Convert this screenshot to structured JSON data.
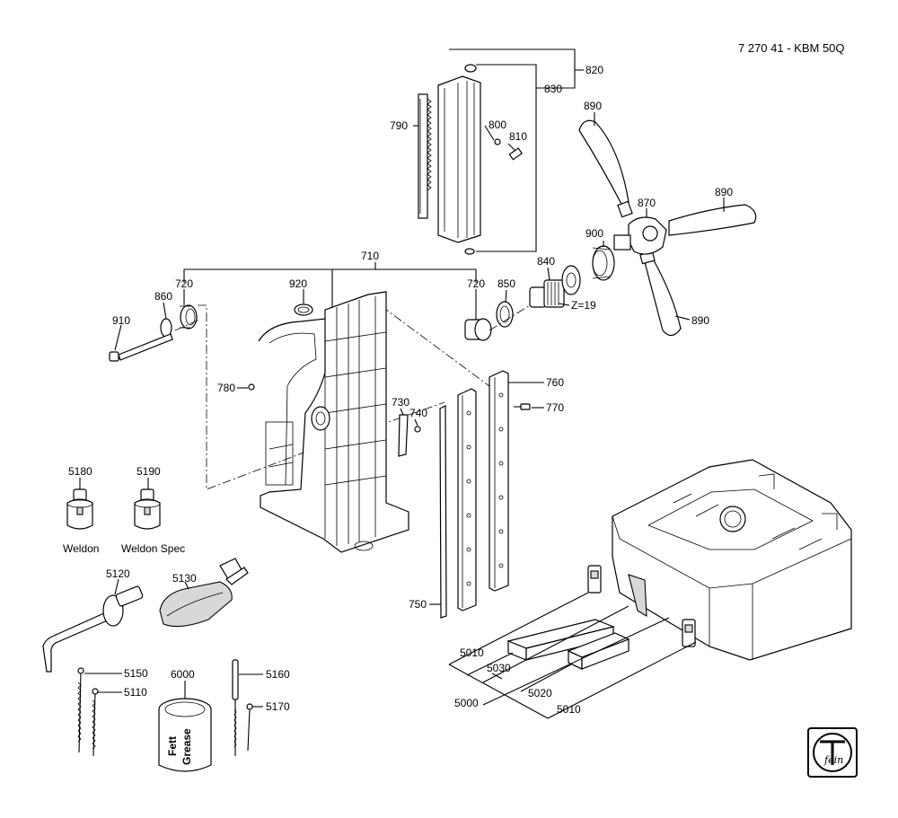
{
  "title": "7 270 41 - KBM 50Q",
  "labels": {
    "p820": "820",
    "p830": "830",
    "p790": "790",
    "p800": "800",
    "p810": "810",
    "p890a": "890",
    "p890b": "890",
    "p890c": "890",
    "p870": "870",
    "p900": "900",
    "p840": "840",
    "z19": "Z=19",
    "p710": "710",
    "p720a": "720",
    "p860": "860",
    "p920": "920",
    "p720b": "720",
    "p850": "850",
    "p910": "910",
    "p780": "780",
    "p760": "760",
    "p770": "770",
    "p730": "730",
    "p740": "740",
    "p750": "750",
    "p5180": "5180",
    "p5190": "5190",
    "weldon": "Weldon",
    "weldon_spec": "Weldon Spec",
    "p5120": "5120",
    "p5130": "5130",
    "p5150": "5150",
    "p5110": "5110",
    "p6000": "6000",
    "p5160": "5160",
    "p5170": "5170",
    "p5010a": "5010",
    "p5030": "5030",
    "p5000": "5000",
    "p5020": "5020",
    "p5010b": "5010"
  },
  "can_text": [
    "Fett",
    "Grease"
  ],
  "logo_text": "fein",
  "icons": [
    "fein-logo-icon"
  ]
}
